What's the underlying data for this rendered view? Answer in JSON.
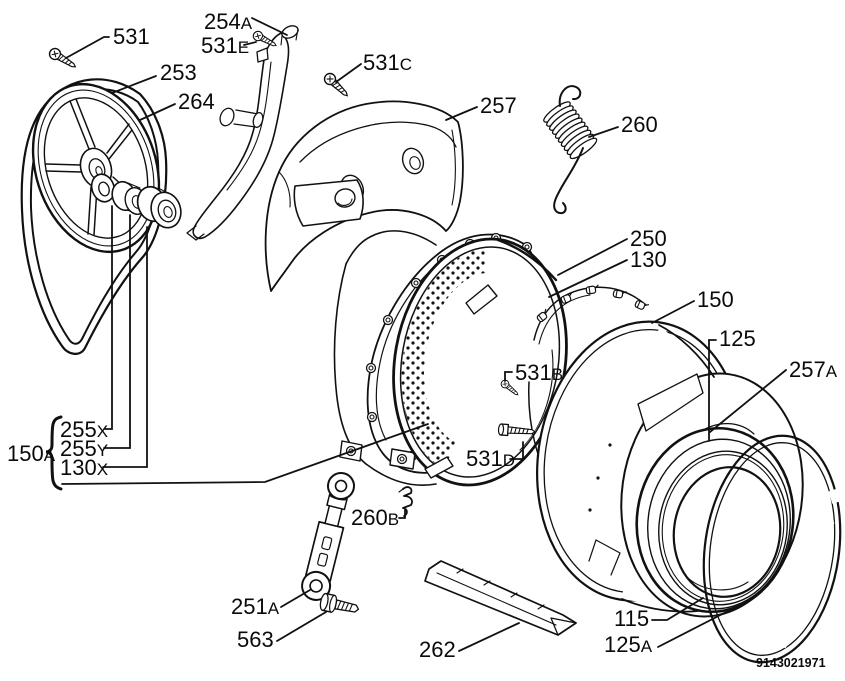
{
  "colors": {
    "line": "#111111",
    "background": "#ffffff"
  },
  "footer_code": "9143021971",
  "labels": [
    {
      "id": "531",
      "main": "531",
      "suffix": ""
    },
    {
      "id": "253",
      "main": "253",
      "suffix": ""
    },
    {
      "id": "264",
      "main": "264",
      "suffix": ""
    },
    {
      "id": "254A",
      "main": "254",
      "suffix": "A"
    },
    {
      "id": "531E",
      "main": "531",
      "suffix": "E"
    },
    {
      "id": "531C",
      "main": "531",
      "suffix": "C"
    },
    {
      "id": "257",
      "main": "257",
      "suffix": ""
    },
    {
      "id": "260",
      "main": "260",
      "suffix": ""
    },
    {
      "id": "250",
      "main": "250",
      "suffix": ""
    },
    {
      "id": "130",
      "main": "130",
      "suffix": ""
    },
    {
      "id": "150",
      "main": "150",
      "suffix": ""
    },
    {
      "id": "125",
      "main": "125",
      "suffix": ""
    },
    {
      "id": "257A",
      "main": "257",
      "suffix": "A"
    },
    {
      "id": "531B",
      "main": "531",
      "suffix": "B"
    },
    {
      "id": "531D",
      "main": "531",
      "suffix": "D"
    },
    {
      "id": "150A",
      "main": "150",
      "suffix": "A"
    },
    {
      "id": "255X",
      "main": "255",
      "suffix": "X"
    },
    {
      "id": "255Y",
      "main": "255",
      "suffix": "Y"
    },
    {
      "id": "130X",
      "main": "130",
      "suffix": "X"
    },
    {
      "id": "260B",
      "main": "260",
      "suffix": "B"
    },
    {
      "id": "251A",
      "main": "251",
      "suffix": "A"
    },
    {
      "id": "563",
      "main": "563",
      "suffix": ""
    },
    {
      "id": "262",
      "main": "262",
      "suffix": ""
    },
    {
      "id": "115",
      "main": "115",
      "suffix": ""
    },
    {
      "id": "125A",
      "main": "125",
      "suffix": "A"
    }
  ]
}
